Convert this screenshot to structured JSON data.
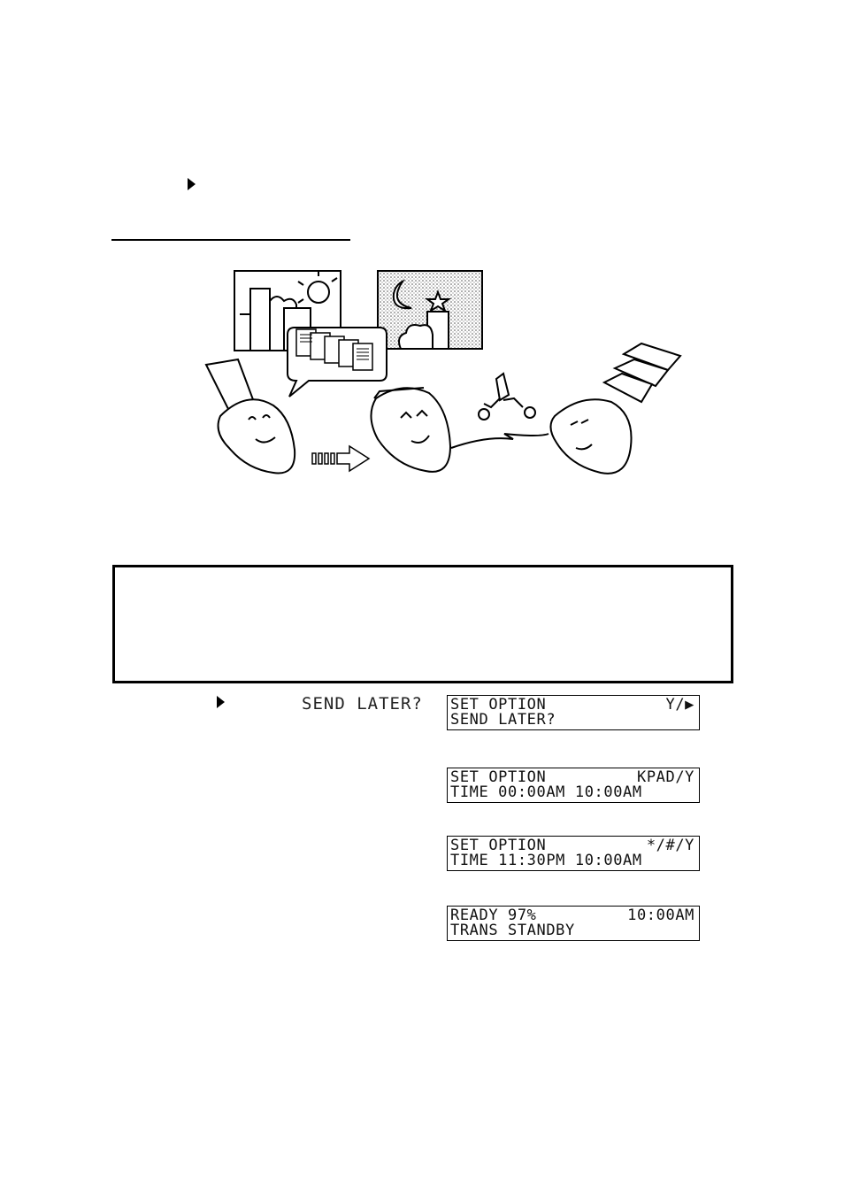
{
  "inline_key": {
    "label": "SEND LATER?"
  },
  "displays": [
    {
      "line1_left": "SET OPTION",
      "line1_right": "Y/▶",
      "line2": "SEND LATER?"
    },
    {
      "line1_left": "SET OPTION",
      "line1_right": "KPAD/Y",
      "line2": "TIME 00:00AM 10:00AM"
    },
    {
      "line1_left": "SET OPTION",
      "line1_right": "*/#/Y",
      "line2": "TIME 11:30PM 10:00AM"
    },
    {
      "line1_left": "READY 97%",
      "line1_right": "10:00AM",
      "line2": "TRANS STANDBY"
    }
  ]
}
